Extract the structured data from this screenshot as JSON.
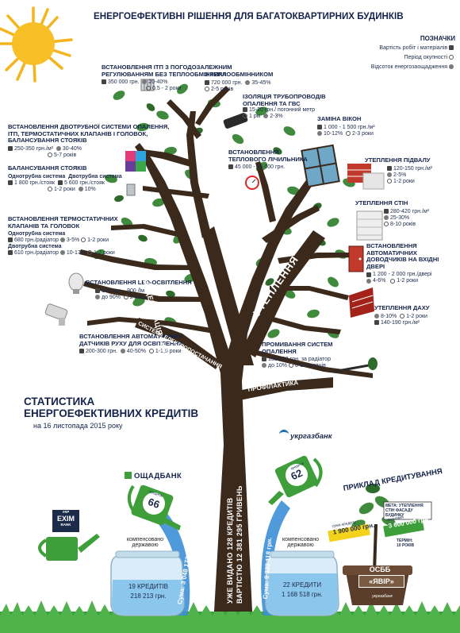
{
  "title": "ЕНЕРГОЕФЕКТИВНІ РІШЕННЯ ДЛЯ БАГАТОКВАРТИРНИХ БУДИНКІВ",
  "legend": {
    "title": "ПОЗНАЧКИ",
    "items": [
      "Вартість робіт і матеріалів",
      "Період окупності",
      "Відсоток енергозаощадження"
    ]
  },
  "measures": {
    "itp": {
      "title": "ВСТАНОВЛЕННЯ ІТП З ПОГОДОЗАЛЕЖНИМ РЕГУЛЮВАННЯМ БЕЗ ТЕПЛООБМІННИКА",
      "cost": "350 000 грн.",
      "save": "20-40%",
      "payback": "0,5 - 2 роки"
    },
    "itp2": {
      "title": "З ТЕПЛООБМІННИКОМ",
      "cost": "720 000 грн.",
      "save": "35-45%",
      "payback": "2-5 років"
    },
    "pipes": {
      "title": "ІЗОЛЯЦІЯ ТРУБОПРОВОДІВ ОПАЛЕННЯ ТА ГВС",
      "cost": "15-20 грн./ погонний метр",
      "payback": "1 рік",
      "save": "2-3%"
    },
    "windows": {
      "title": "ЗАМІНА ВІКОН",
      "cost": "1 000 - 1 500 грн./м²",
      "save": "10-12%",
      "payback": "2-3 роки"
    },
    "twopipe": {
      "title": "ВСТАНОВЛЕННЯ ДВОТРУБНОЇ СИСТЕМИ ОПАЛЕННЯ, ІТП, ТЕРМОСТАТИЧНИХ КЛАПАНІВ І ГОЛОВОК, БАЛАНСУВАННЯ СТОЯКІВ",
      "cost": "250-350 грн./м²",
      "save": "30-40%",
      "payback": "5-7 років"
    },
    "meter": {
      "title": "ВСТАНОВЛЕННЯ ТЕПЛОВОГО ЛІЧИЛЬНИКА",
      "cost": "45 000 - 65 000 грн."
    },
    "basement": {
      "title": "УТЕПЛЕННЯ ПІДВАЛУ",
      "cost": "120-150 грн./м²",
      "save": "2-5%",
      "payback": "1-2 роки"
    },
    "balancing": {
      "title": "БАЛАНСУВАННЯ СТОЯКІВ",
      "sub1": "Однотрубна система",
      "sub2": "Двотрубна система",
      "cost1": "1 800 грн./стояк",
      "cost2": "5 600 грн./стояк",
      "payback": "1-2 роки",
      "save": "10%"
    },
    "walls": {
      "title": "УТЕПЛЕННЯ СТІН",
      "cost": "280-420 грн./м²",
      "save": "25-30%",
      "payback": "8-10 років"
    },
    "thermo": {
      "title": "ВСТАНОВЛЕННЯ ТЕРМОСТАТИЧНИХ КЛАПАНІВ ТА ГОЛОВОК",
      "sub1": "Однотрубна система",
      "cost1": "680 грн./радіатор",
      "save1": "3-5%",
      "payback1": "1-2 роки",
      "sub2": "Двотрубна система",
      "cost2": "610 грн./радіатор",
      "save2": "10-17%",
      "payback2": "1-2 роки"
    },
    "doors": {
      "title": "ВСТАНОВЛЕННЯ АВТОМАТИЧНИХ ДОВОДЧИКІВ НА ВХІДНІ ДВЕРІ",
      "cost": "1 200 - 2 000 грн./двері",
      "save": "4-6%",
      "payback": "1-2 роки"
    },
    "led": {
      "title": "ВСТАНОВЛЕННЯ LED-ОСВІТЛЕННЯ",
      "cost": "100 грн. - 900 /lм",
      "save": "до 90%",
      "payback": "2 роки"
    },
    "roof": {
      "title": "УТЕПЛЕННЯ ДАХУ",
      "save": "8-10%",
      "payback": "1-2 роки",
      "cost": "140-190 грн./м²"
    },
    "sensors": {
      "title": "ВСТАНОВЛЕННЯ АВТОМАТИЧНИХ ДАТЧИКІВ РУХУ ДЛЯ ОСВІТЛЕННЯ",
      "cost": "200-300 грн.",
      "save": "40-50%",
      "payback": "1-1,5 роки"
    },
    "flush": {
      "title": "ПРОМИВАННЯ СИСТЕМ ОПАЛЕННЯ",
      "cost": "150-220 грн. за радіатор",
      "save": "до 10%",
      "payback": "6-12 місяців"
    }
  },
  "branches": {
    "modern": "МОДЕРНІЗАЦІЯ СИСТЕМИ ОПАЛЕННЯ",
    "insul": "УТЕПЛЕННЯ",
    "electro": "СИСТЕМА ЕЛЕКТРОПОСТАЧАННЯ",
    "prof": "ПРОФІЛАКТИКА"
  },
  "stats": {
    "title1": "СТАТИСТИКА",
    "title2": "ЕНЕРГОЕФЕКТИВНИХ КРЕДИТІВ",
    "date": "на 16 листопада 2015 року",
    "trunk1": "УЖЕ ВИДАНО 128 КРЕДИТІВ",
    "trunk2": "ВАРТІСТЮ 12 381 295 ГРИВЕНЬ"
  },
  "banks": {
    "exim": {
      "top": "УКР",
      "name": "EXIM",
      "bottom": "BANK"
    },
    "oschad": {
      "name": "ОЩАДБАНК",
      "can_num": "66",
      "can_label": "кредитів",
      "flow": "Сума: 3 048 177 грн.",
      "comp": "компенсовано державою",
      "count": "19 КРЕДИТІВ",
      "amount": "218 213 грн."
    },
    "ukrgaz": {
      "name": "укргазбанк",
      "can_num": "62",
      "can_label": "кредитів",
      "flow": "Сума: 9 333 118 грн.",
      "comp": "компенсовано державою",
      "count": "22 КРЕДИТИ",
      "amount": "1 168 518 грн."
    }
  },
  "example": {
    "title": "ПРИКЛАД КРЕДИТУВАННЯ",
    "goal_label": "МЕТА:",
    "goal": "УТЕПЛЕННЯ СТІН ФАСАДУ БУДИНКУ",
    "loan_label": "сума кредиту",
    "loan": "1 900 000 грн.",
    "econ_label": "економія",
    "econ": "3 600 000 грн.",
    "term_label": "ТЕРМІН:",
    "term": "10 РОКІВ",
    "osbb1": "ОСББ",
    "osbb2": "«ЯВІР»",
    "pot_bank": "укргазбанк"
  },
  "colors": {
    "trunk": "#3b2a1c",
    "leaf": "#3f8a3c",
    "leafDark": "#2c6b2b",
    "sun": "#f5b41b",
    "sky": "#1a2a55",
    "water": "#3b8fd6",
    "grass": "#3d9e3a"
  }
}
